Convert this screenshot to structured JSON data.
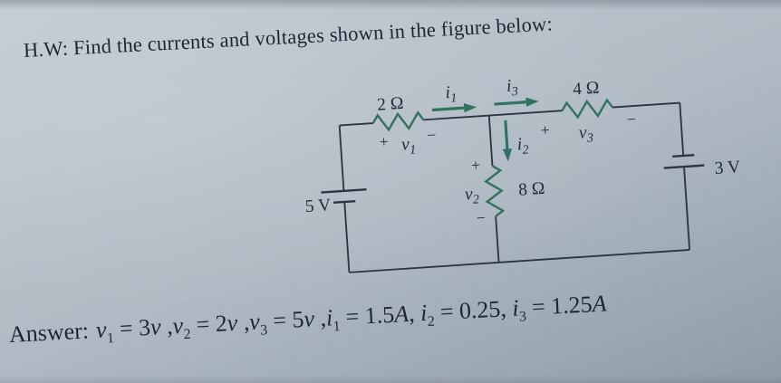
{
  "palette": {
    "paper_light": "#c4cdd5",
    "paper_dark": "#8f9ca8",
    "ink": "#212c3a",
    "component_green": "#36705f"
  },
  "title": "H.W: Find the currents and voltages shown in the figure below:",
  "circuit": {
    "resistor_top_left": "2 Ω",
    "resistor_top_right": "4 Ω",
    "resistor_middle": "8 Ω",
    "source_left": "5 V",
    "source_right": "3 V",
    "current_i1": {
      "base": "i",
      "sub": "1"
    },
    "current_i2": {
      "base": "i",
      "sub": "2"
    },
    "current_i3": {
      "base": "i",
      "sub": "3"
    },
    "voltage_v1": {
      "base": "v",
      "sub": "1"
    },
    "voltage_v2": {
      "base": "v",
      "sub": "2"
    },
    "voltage_v3": {
      "base": "v",
      "sub": "3"
    },
    "plus_sign": "+",
    "minus_sign": "−"
  },
  "answer": {
    "label": "Answer:",
    "equations": [
      {
        "var": "v",
        "sub": "1",
        "rel": " = 3",
        "rhs": "v",
        "sep": " ,"
      },
      {
        "var": "v",
        "sub": "2",
        "rel": " = 2",
        "rhs": "v",
        "sep": " ,"
      },
      {
        "var": "v",
        "sub": "3",
        "rel": " = 5",
        "rhs": "v",
        "sep": " ,"
      },
      {
        "var": "i",
        "sub": "1",
        "rel": " = 1.5",
        "rhs": "A",
        "sep": ", "
      },
      {
        "var": "i",
        "sub": "2",
        "rel": " = 0.25",
        "rhs": "",
        "sep": ", "
      },
      {
        "var": "i",
        "sub": "3",
        "rel": " = 1.25",
        "rhs": "A",
        "sep": ""
      }
    ]
  }
}
